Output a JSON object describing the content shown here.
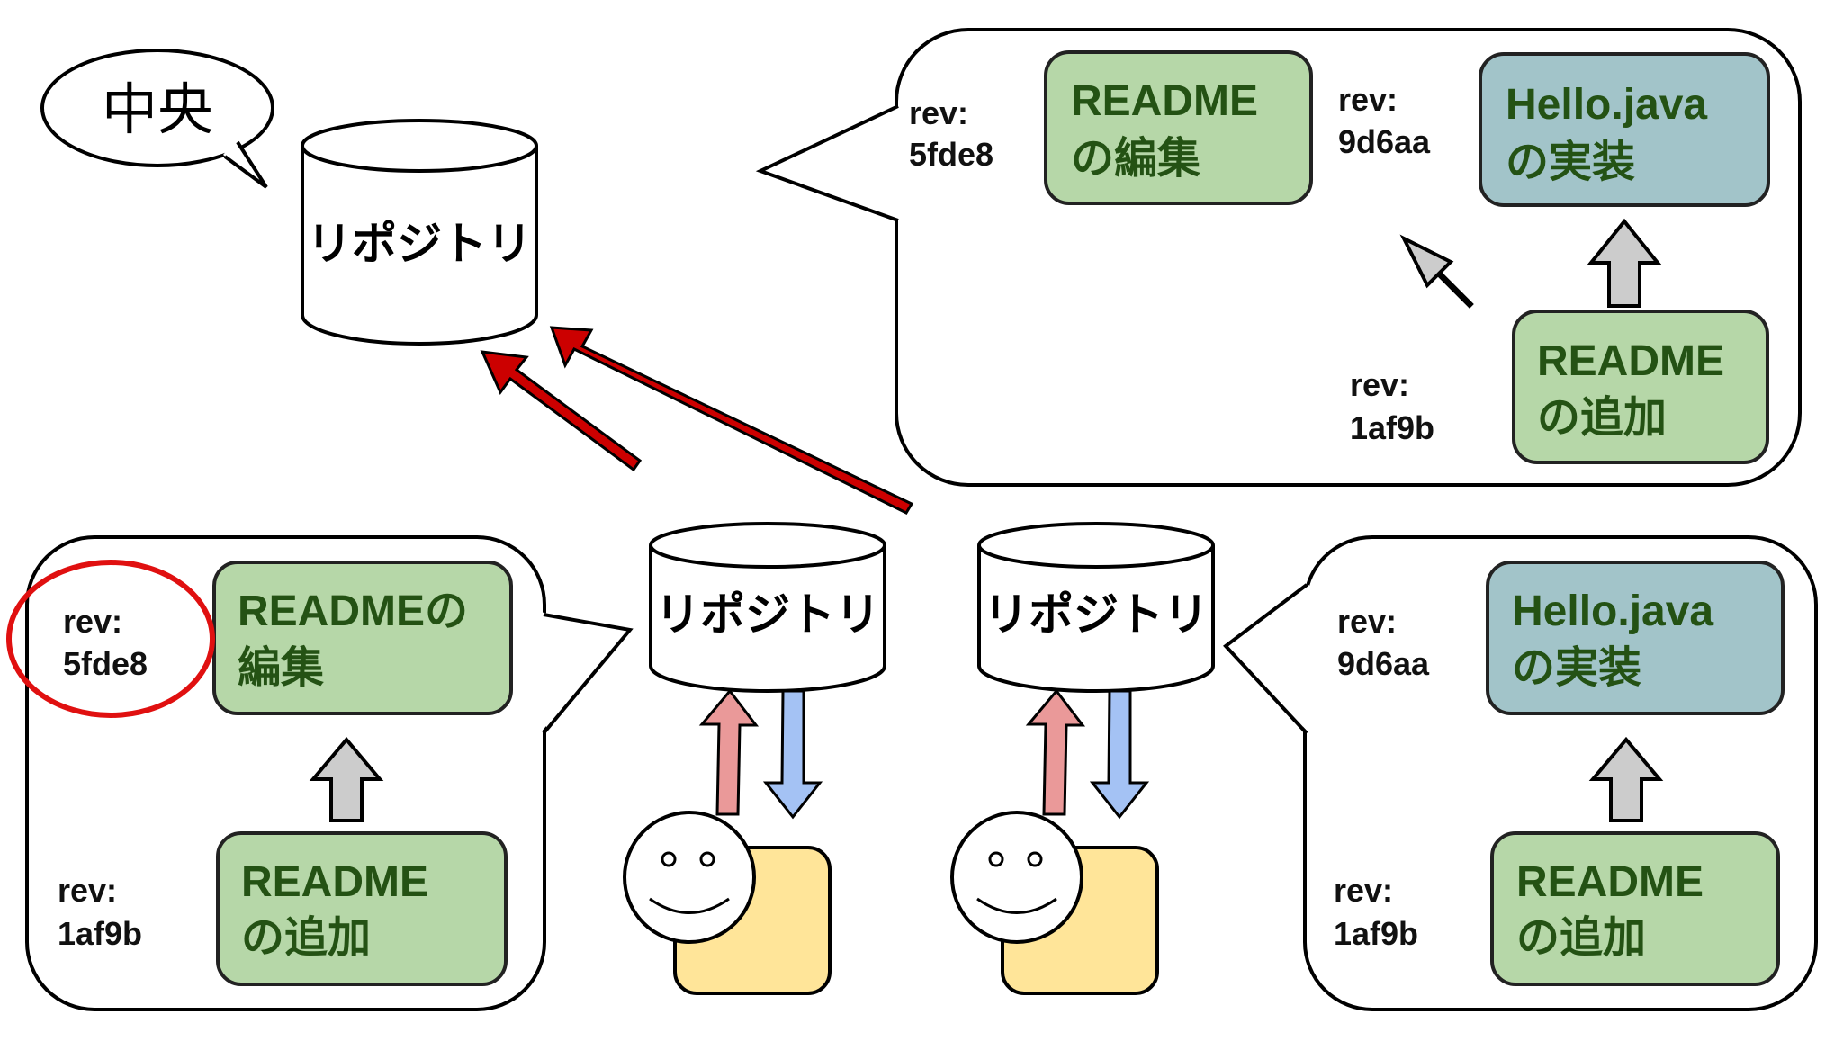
{
  "speech_label": "中央",
  "repository_label": "リポジトリ",
  "commits": {
    "readme_add": "READMEの追加",
    "readme_add_line1": "README",
    "readme_add_line2": "の追加",
    "readme_edit_line1": "README",
    "readme_edit_line2": "の編集",
    "readme_edit_inline_line1": "READMEの",
    "readme_edit_inline_line2": "編集",
    "hello_line1": "Hello.java",
    "hello_line2": "の実装"
  },
  "revisions": {
    "prefix": "rev:",
    "readme_add": "1af9b",
    "readme_edit": "5fde8",
    "hello": "9d6aa"
  },
  "colors": {
    "commit_green": "#b6d7a8",
    "commit_blue": "#a2c4c9",
    "commit_text": "#245214",
    "push_arrow": "#cc0000",
    "pull_up_arrow": "#ea9999",
    "pull_down_arrow": "#a4c2f4",
    "parent_arrow": "#cccccc",
    "highlight_circle": "#e01010",
    "user_body": "#ffe599"
  }
}
